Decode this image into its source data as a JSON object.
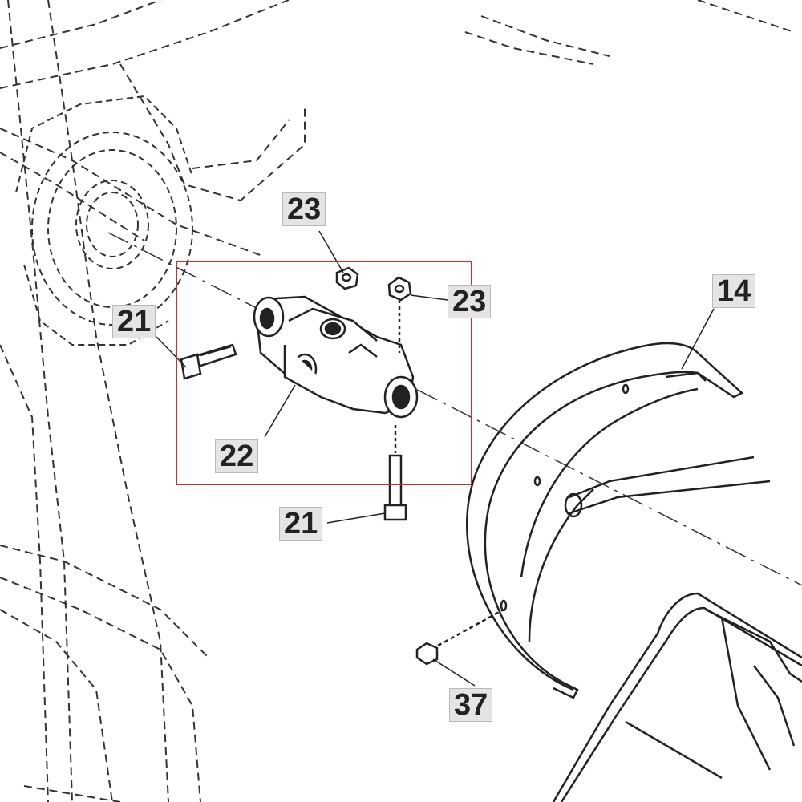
{
  "diagram": {
    "callouts": [
      {
        "id": "c23a",
        "text": "23"
      },
      {
        "id": "c23b",
        "text": "23"
      },
      {
        "id": "c14",
        "text": "14"
      },
      {
        "id": "c21a",
        "text": "21"
      },
      {
        "id": "c22",
        "text": "22"
      },
      {
        "id": "c21b",
        "text": "21"
      },
      {
        "id": "c37",
        "text": "37"
      }
    ],
    "highlight_color": "#d62a2a",
    "line_color": "#222222"
  }
}
